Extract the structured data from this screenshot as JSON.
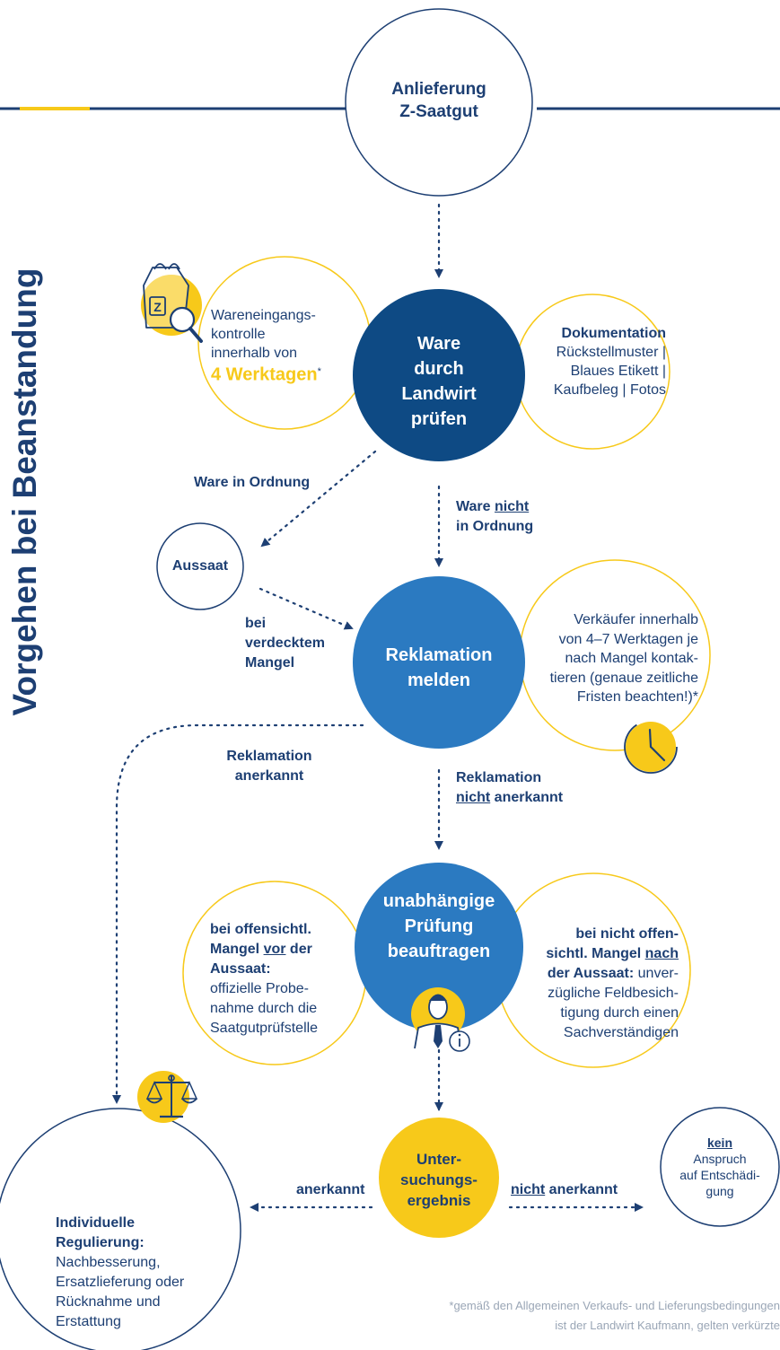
{
  "title": "Vorgehen bei Beanstandung",
  "start": {
    "line1": "Anlieferung",
    "line2": "Z-Saatgut"
  },
  "check": {
    "center": [
      "Ware",
      "durch",
      "Landwirt",
      "prüfen"
    ],
    "left": {
      "line1": "Wareneingangs-",
      "line2": "kontrolle",
      "line3": "innerhalb von",
      "highlight": "4 Werktagen",
      "asterisk": "*"
    },
    "right": {
      "heading": "Dokumentation",
      "line1": "Rückstellmuster |",
      "line2": "Blaues Etikett |",
      "line3": "Kaufbeleg | Fotos"
    }
  },
  "ok_label": "Ware in Ordnung",
  "not_ok_label": {
    "word": "Ware",
    "underlined": "nicht",
    "line2": "in Ordnung"
  },
  "aussaat": "Aussaat",
  "hidden_defect": [
    "bei",
    "verdecktem",
    "Mangel"
  ],
  "report": {
    "center": [
      "Reklamation",
      "melden"
    ],
    "right": [
      "Verkäufer innerhalb",
      "von 4–7 Werktagen je",
      "nach Mangel kontak-",
      "tieren (genaue zeitliche",
      "Fristen beachten!)*"
    ]
  },
  "accepted_label": [
    "Reklamation",
    "anerkannt"
  ],
  "not_accepted_label": {
    "line1": "Reklamation",
    "underlined": "nicht",
    "rest": " anerkannt"
  },
  "independent": {
    "center": [
      "unabhängige",
      "Prüfung",
      "beauftragen"
    ],
    "left": {
      "b1": "bei offensichtl.",
      "b2a": "Mangel ",
      "b2u": "vor",
      "b2b": " der",
      "b3": "Aussaat:",
      "n1": "offizielle Probe-",
      "n2": "nahme durch die",
      "n3": "Saatgutprüfstelle"
    },
    "right": {
      "b1": "bei nicht offen-",
      "b2a": "sichtl. Mangel ",
      "b2u": "nach",
      "b3b": "der Aussaat:",
      "n3": " unver-",
      "n4": "zügliche Feldbesich-",
      "n5": "tigung durch einen",
      "n6": "Sachverständigen"
    }
  },
  "result": [
    "Unter-",
    "suchungs-",
    "ergebnis"
  ],
  "result_accepted": "anerkannt",
  "result_not_accepted": {
    "underlined": "nicht",
    "rest": " anerkannt"
  },
  "regulation": {
    "heading1": "Individuelle",
    "heading2": "Regulierung:",
    "lines": [
      "Nachbesserung,",
      "Ersatzlieferung oder",
      "Rücknahme und",
      "Erstattung"
    ]
  },
  "no_claim": {
    "underlined": "kein",
    "lines": [
      "Anspruch",
      "auf Entschädi-",
      "gung"
    ]
  },
  "footnote": [
    "*gemäß den Allgemeinen Verkaufs- und Lieferungsbedingungen",
    "ist der Landwirt Kaufmann, gelten verkürzte"
  ],
  "colors": {
    "navy": "#1d3f73",
    "dark_blue": "#0e4a84",
    "mid_blue": "#2b7ac1",
    "yellow": "#f7c91a",
    "grey": "#9aa6b6"
  },
  "icons": [
    "seed-bag-magnifier-icon",
    "clock-icon",
    "expert-person-info-icon",
    "scales-icon"
  ]
}
